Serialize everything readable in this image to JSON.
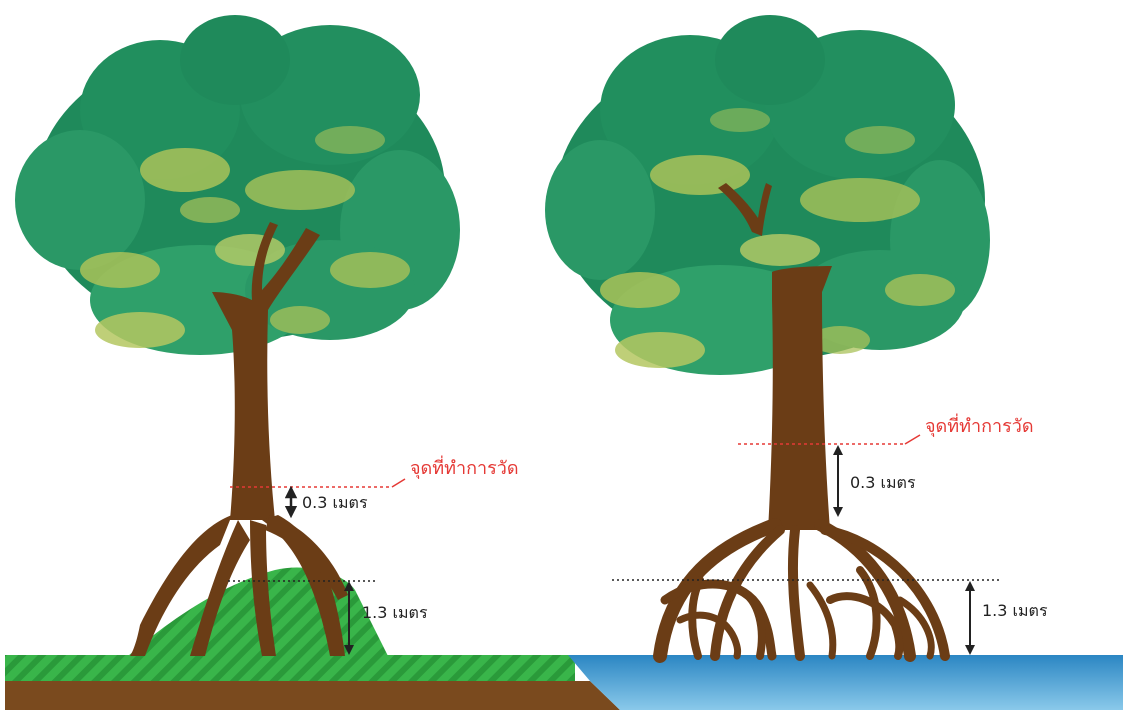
{
  "diagram": {
    "left_tree": {
      "measure_point_label": "จุดที่ทำการวัด",
      "measure_gap_label": "0.3 เมตร",
      "root_height_label": "1.3 เมตร",
      "ground_type": "land"
    },
    "right_tree": {
      "measure_point_label": "จุดที่ทำการวัด",
      "measure_gap_label": "0.3 เมตร",
      "root_height_label": "1.3 เมตร",
      "ground_type": "water"
    }
  },
  "colors": {
    "canopy_dark": "#1f8a5b",
    "canopy_mid": "#2fa06a",
    "canopy_light": "#a9c259",
    "trunk": "#6b3d16",
    "grass": "#39b54a",
    "grass_stripe": "#2a9a3a",
    "soil": "#7a4a1e",
    "water_top": "#2b86c3",
    "water_bottom": "#7dbfe3",
    "marker_red": "#e53935"
  }
}
